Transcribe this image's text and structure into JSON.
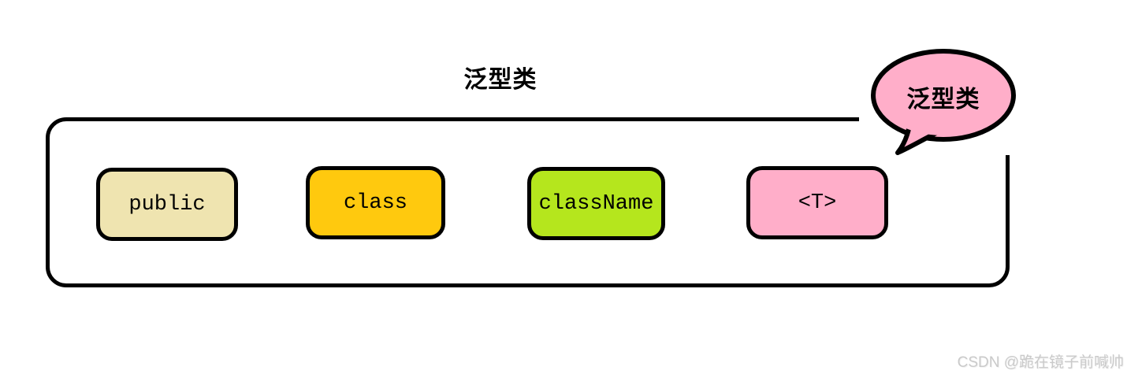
{
  "title": "泛型类",
  "container": {
    "border_color": "#000000"
  },
  "tokens": [
    {
      "label": "public",
      "fill": "#EFE4B0"
    },
    {
      "label": "class",
      "fill": "#FFC90E"
    },
    {
      "label": "className",
      "fill": "#B5E61D"
    },
    {
      "label": "<T>",
      "fill": "#FFAEC9"
    }
  ],
  "bubble": {
    "label": "泛型类",
    "fill": "#FFAEC9",
    "border_color": "#000000"
  },
  "watermark": "CSDN @跪在镜子前喊帅"
}
